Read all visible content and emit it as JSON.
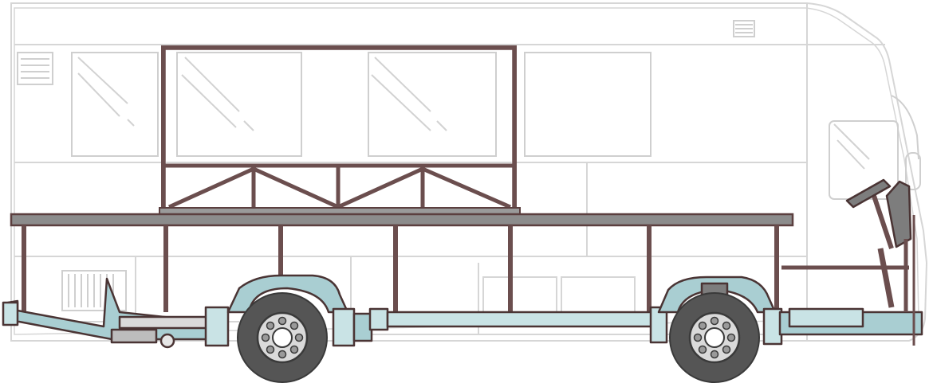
{
  "illustration": {
    "subject": "bus-chassis-cutaway",
    "palette": {
      "body_outline": "#d7d7d7",
      "frame": "#6b4e4e",
      "frame_dark": "#4a3434",
      "beam_fill": "#8a8a8a",
      "axle_blue": "#a9ced2",
      "axle_blue_light": "#c9e3e5",
      "tire": "#555555",
      "hub": "#dadada",
      "seat": "#7d7d7d",
      "background": "#ffffff"
    },
    "components": {
      "wheels": 2,
      "windows": 4,
      "roof_vents": 2
    }
  }
}
